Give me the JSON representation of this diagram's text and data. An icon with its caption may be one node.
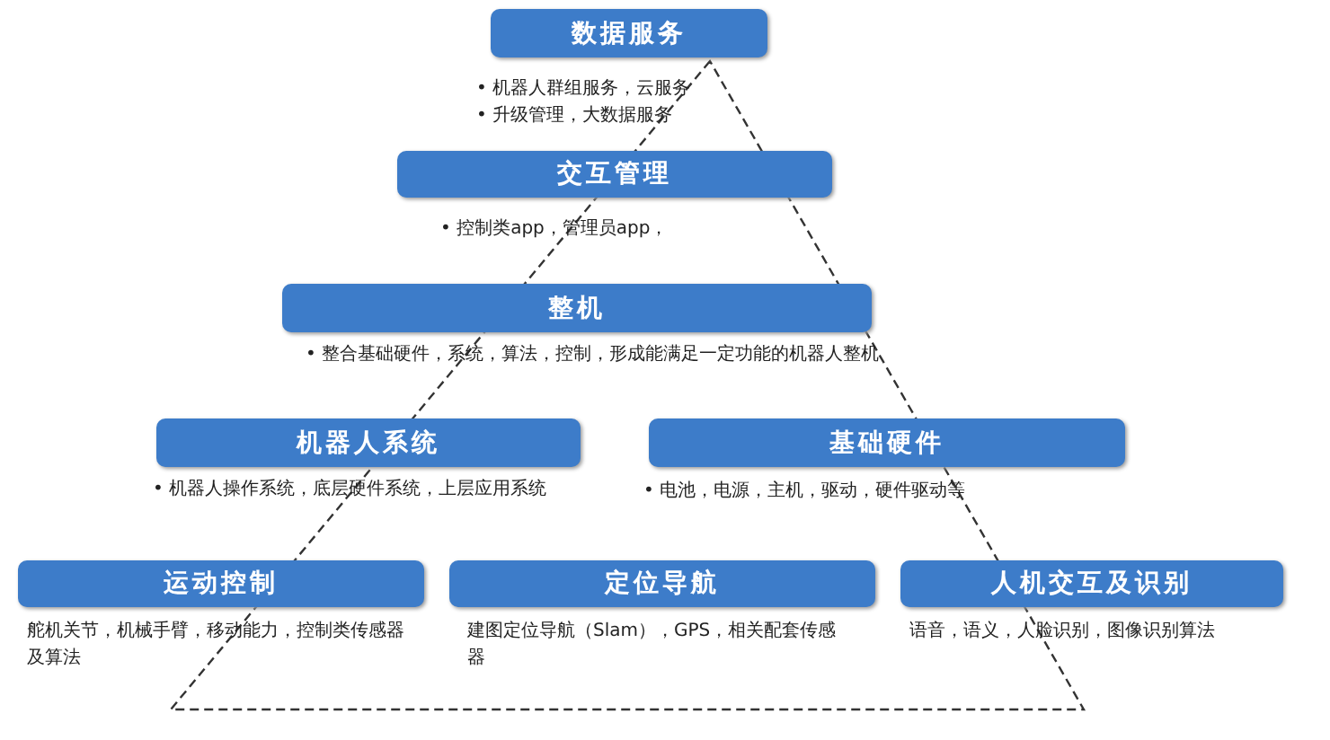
{
  "diagram": {
    "nodes": [
      {
        "text": [
          "数据服务"
        ],
        "beside": [
          "• 机器人群组服务，云服务",
          "• 升级管理，大数据服务"
        ]
      },
      {
        "text": [
          "交互管理"
        ],
        "beside": [
          "• 控制类app，管理员app，"
        ]
      },
      {
        "text": [
          "整机"
        ],
        "beside": [
          "• 整合基础硬件，系统，算法，控制，形成能满足一定功能的机器人整机"
        ]
      },
      {
        "text": [
          "机器人系统"
        ],
        "beside": [
          "• 机器人操作系统，底层硬件系统，上层应用系统"
        ]
      },
      {
        "text": [
          "基础硬件"
        ],
        "beside": [
          "• 电池，电源，主机，驱动，硬件驱动等"
        ]
      },
      {
        "text": [
          "运动控制"
        ],
        "beside": [
          "舵机关节，机械手臂，移动能力，控制类传感器及算法"
        ]
      },
      {
        "text": [
          "定位导航"
        ],
        "beside": [
          "建图定位导航（Slam），GPS，相关配套传感器"
        ]
      },
      {
        "text": [
          "人机交互及识别"
        ],
        "beside": [
          "语音，语义，人脸识别，图像识别算法"
        ]
      }
    ]
  }
}
